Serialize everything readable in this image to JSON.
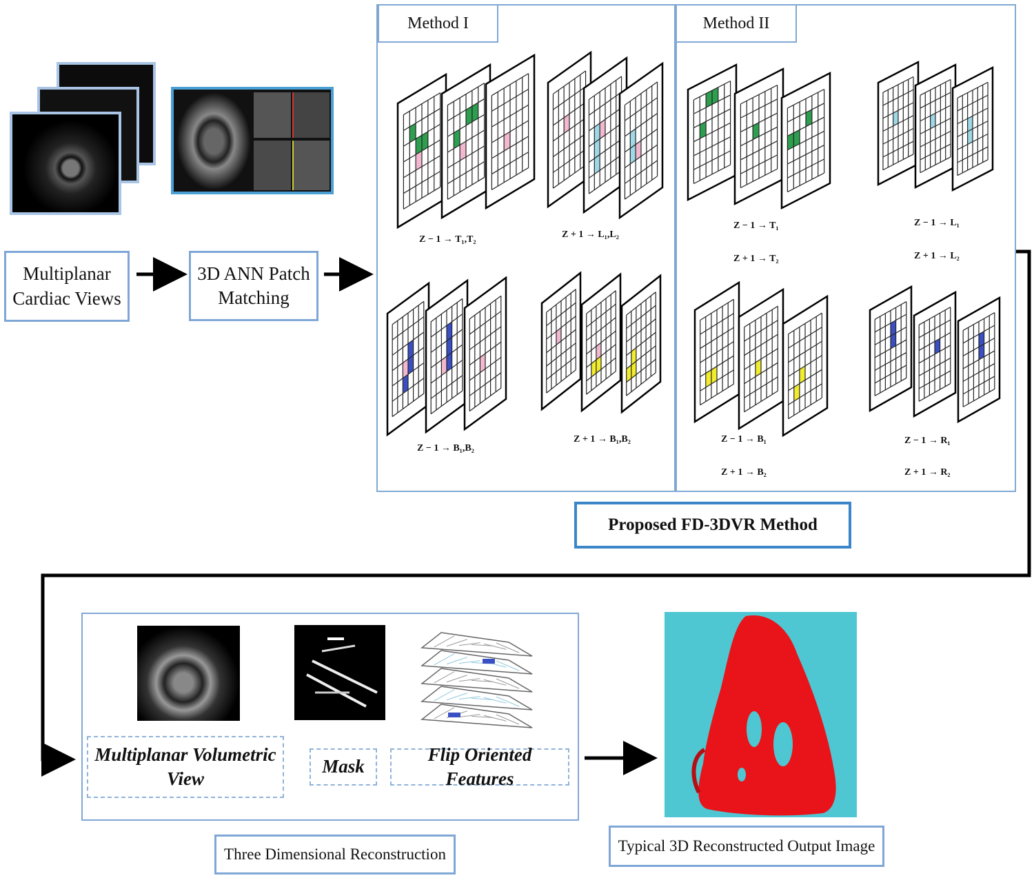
{
  "steps": {
    "multiplanar_views": "Multiplanar Cardiac Views",
    "ann_matching": "3D ANN Patch Matching",
    "proposed_method": "Proposed FD-3DVR Method",
    "reconstruction": "Three Dimensional Reconstruction",
    "output": "Typical 3D Reconstructed Output Image"
  },
  "methods": {
    "method1": {
      "title": "Method I",
      "eqs": [
        "Z − 1 → T₁,T₂",
        "Z + 1 → L₁,L₂",
        "Z − 1 → B₁,B₂",
        "Z + 1 → B₁,B₂"
      ]
    },
    "method2": {
      "title": "Method II",
      "eqs": [
        "Z − 1 → T₁",
        "Z + 1 → T₂",
        "Z − 1 → L₁",
        "Z + 1 → L₂",
        "Z − 1 → B₁",
        "Z + 1 → B₂",
        "Z − 1 → R₁",
        "Z + 1 → R₂"
      ]
    }
  },
  "reconstruction_items": {
    "view": "Multiplanar Volumetric View",
    "mask": "Mask",
    "features": "Flip Oriented Features"
  },
  "colors": {
    "box_border": "#7fa7d6",
    "green": "#2e9e4f",
    "pink": "#f2b8cf",
    "cyan": "#9fd8e6",
    "blue": "#3b4fc4",
    "yellow": "#f2ec2e",
    "output_bg": "#4ec7d2",
    "output_shape": "#e8141a"
  }
}
